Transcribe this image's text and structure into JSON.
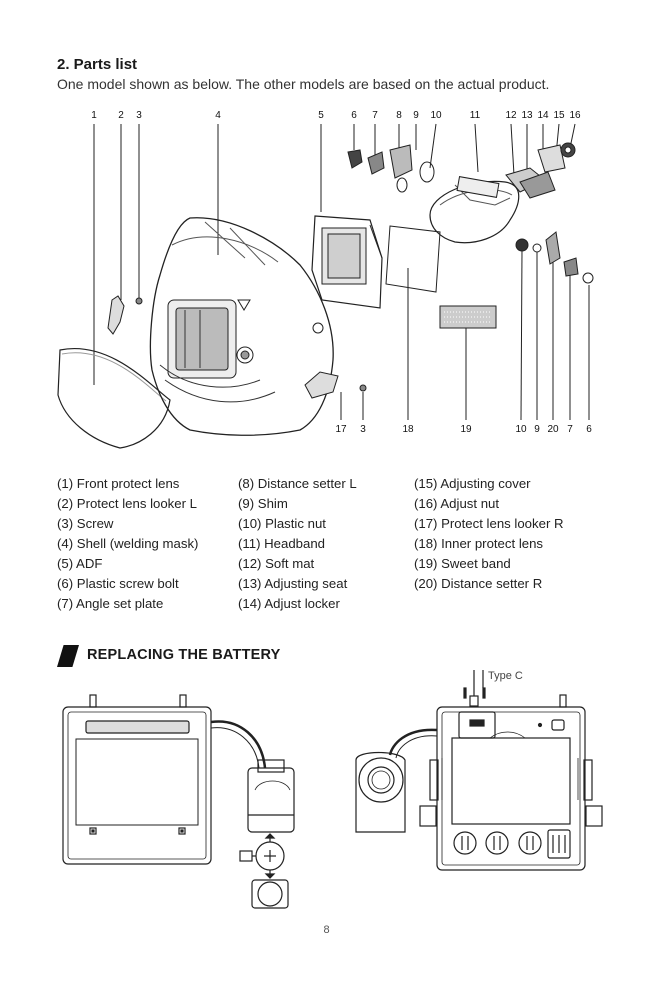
{
  "heading": {
    "title": "2. Parts list",
    "subtitle": "One model shown as below. The other models are based on the actual product."
  },
  "callouts_top": [
    "1",
    "2",
    "3",
    "4",
    "5",
    "6",
    "7",
    "8",
    "9",
    "10",
    "11",
    "12",
    "13",
    "14",
    "15",
    "16"
  ],
  "callouts_bottom": [
    "17",
    "3",
    "18",
    "19",
    "10",
    "9",
    "20",
    "7",
    "6"
  ],
  "parts": {
    "col1": [
      "(1) Front protect lens",
      "(2) Protect lens looker L",
      "(3) Screw",
      "(4) Shell (welding mask)",
      "(5) ADF",
      "(6) Plastic screw bolt",
      "(7) Angle set plate"
    ],
    "col2": [
      "(8) Distance setter L",
      "(9) Shim",
      "(10) Plastic nut",
      "(11) Headband",
      "(12) Soft mat",
      "(13) Adjusting seat",
      "(14) Adjust locker"
    ],
    "col3": [
      "(15) Adjusting cover",
      "(16) Adjust nut",
      "(17) Protect lens looker R",
      "(18) Inner protect lens",
      "(19) Sweet band",
      "(20) Distance setter R"
    ]
  },
  "battery_section": {
    "heading": "REPLACING THE BATTERY",
    "connector_label": "Type C"
  },
  "page_number": "8",
  "colors": {
    "text": "#1a1a1a",
    "line": "#222222",
    "shade": "#dddddd"
  }
}
